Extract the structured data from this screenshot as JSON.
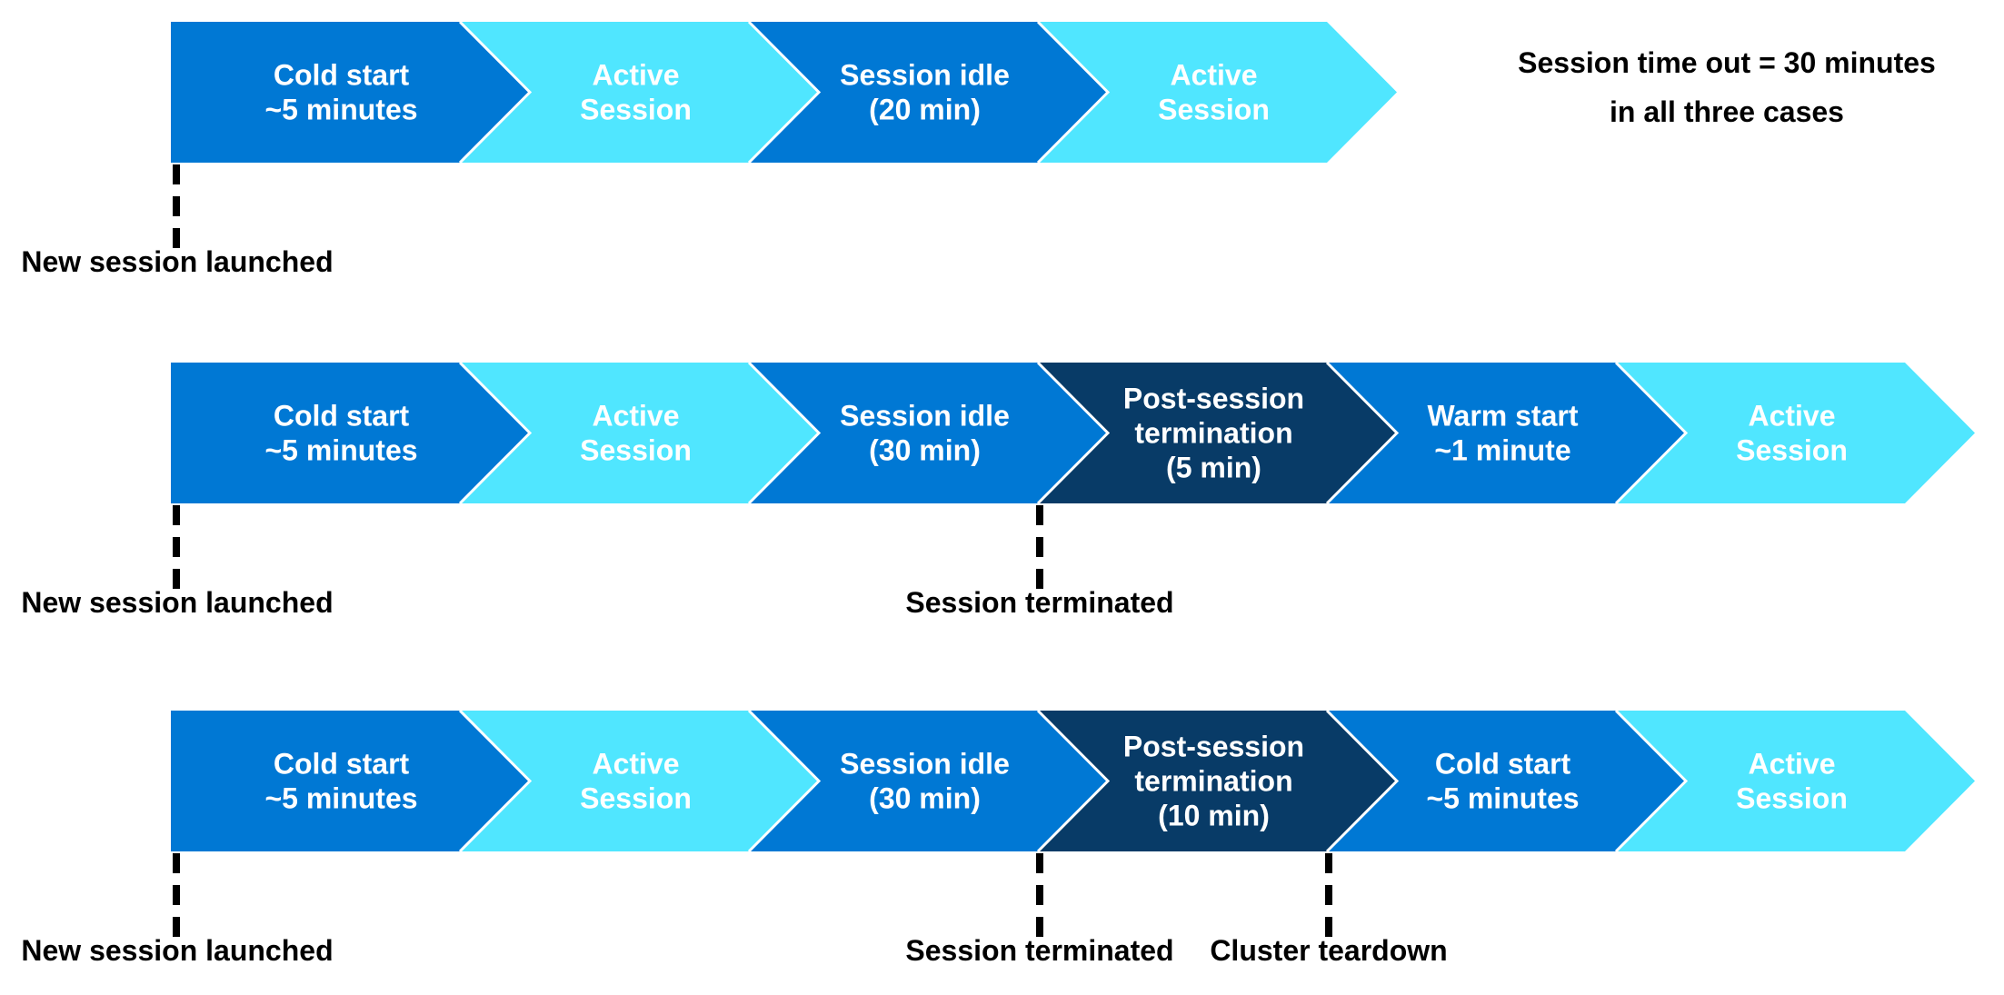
{
  "colors": {
    "blue": "#0078d4",
    "cyan": "#50e6ff",
    "navy": "#083b67",
    "text_on_segment": "#ffffff",
    "marker": "#000000"
  },
  "note": {
    "line1": "Session time out = 30 minutes",
    "line2": "in all three cases"
  },
  "timelines": [
    {
      "segments": [
        {
          "lines": [
            "Cold start",
            "~5 minutes"
          ],
          "color": "blue"
        },
        {
          "lines": [
            "Active",
            "Session"
          ],
          "color": "cyan"
        },
        {
          "lines": [
            "Session idle",
            "(20 min)"
          ],
          "color": "blue"
        },
        {
          "lines": [
            "Active",
            "Session"
          ],
          "color": "cyan"
        }
      ],
      "markers": [
        {
          "label": "New session launched",
          "at_boundary": 0
        }
      ]
    },
    {
      "segments": [
        {
          "lines": [
            "Cold start",
            "~5 minutes"
          ],
          "color": "blue"
        },
        {
          "lines": [
            "Active",
            "Session"
          ],
          "color": "cyan"
        },
        {
          "lines": [
            "Session idle",
            "(30 min)"
          ],
          "color": "blue"
        },
        {
          "lines": [
            "Post-session",
            "termination",
            "(5 min)"
          ],
          "color": "navy"
        },
        {
          "lines": [
            "Warm start",
            "~1 minute"
          ],
          "color": "blue"
        },
        {
          "lines": [
            "Active",
            "Session"
          ],
          "color": "cyan"
        }
      ],
      "markers": [
        {
          "label": "New session launched",
          "at_boundary": 0
        },
        {
          "label": "Session terminated",
          "at_boundary": 3
        }
      ]
    },
    {
      "segments": [
        {
          "lines": [
            "Cold start",
            "~5 minutes"
          ],
          "color": "blue"
        },
        {
          "lines": [
            "Active",
            "Session"
          ],
          "color": "cyan"
        },
        {
          "lines": [
            "Session idle",
            "(30 min)"
          ],
          "color": "blue"
        },
        {
          "lines": [
            "Post-session",
            "termination",
            "(10 min)"
          ],
          "color": "navy"
        },
        {
          "lines": [
            "Cold start",
            "~5 minutes"
          ],
          "color": "blue"
        },
        {
          "lines": [
            "Active",
            "Session"
          ],
          "color": "cyan"
        }
      ],
      "markers": [
        {
          "label": "New session launched",
          "at_boundary": 0
        },
        {
          "label": "Session terminated",
          "at_boundary": 3
        },
        {
          "label": "Cluster teardown",
          "at_boundary": 4
        }
      ]
    }
  ]
}
